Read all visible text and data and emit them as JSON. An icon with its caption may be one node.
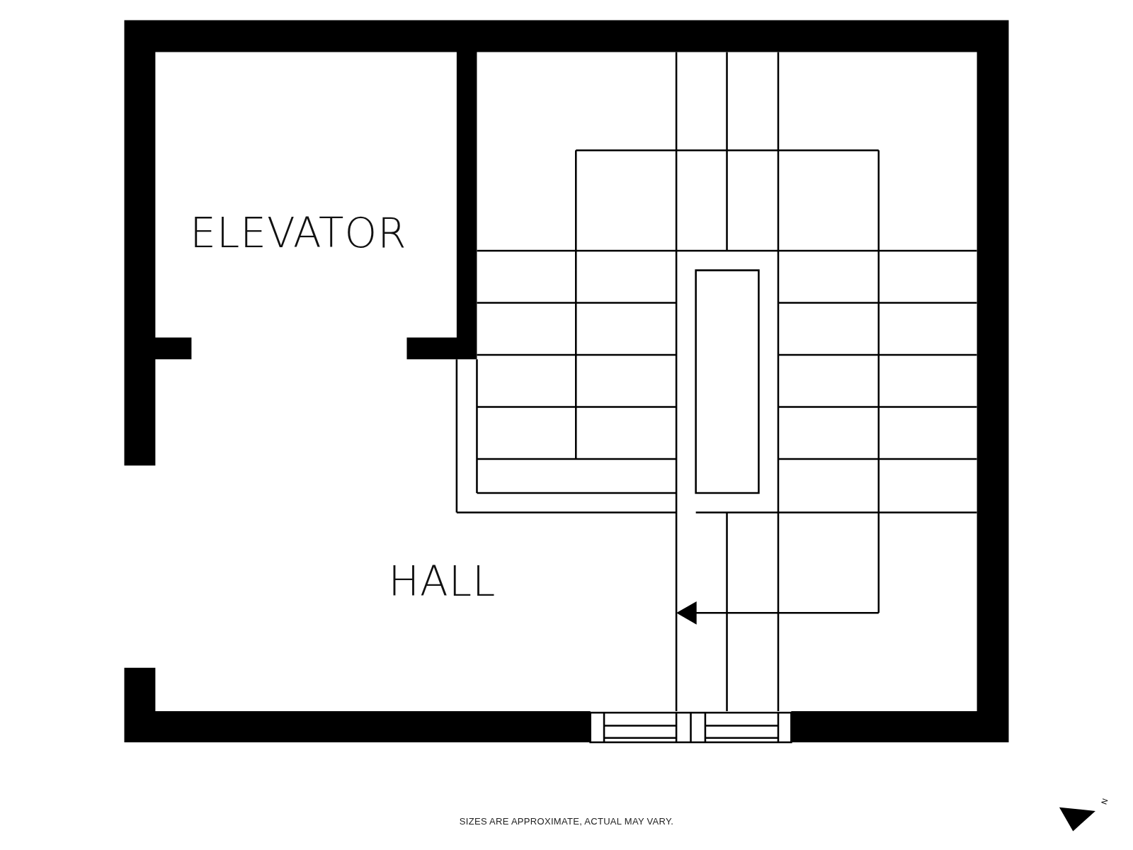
{
  "diagram": {
    "nodes": [
      {
        "text": [
          "ELEVATOR"
        ]
      },
      {
        "text": [
          "HALL"
        ]
      }
    ],
    "labels": [
      "SIZES ARE APPROXIMATE, ACTUAL MAY VARY.",
      "N"
    ]
  }
}
